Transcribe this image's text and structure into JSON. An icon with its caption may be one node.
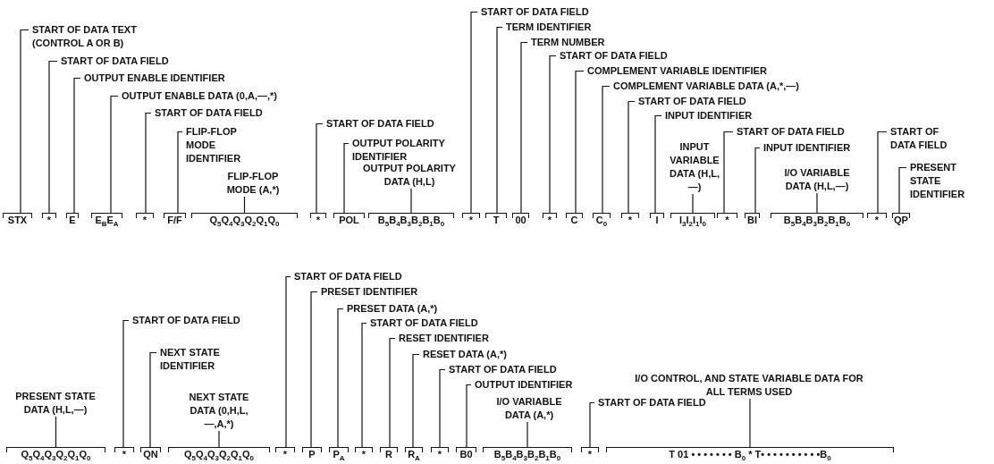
{
  "diagram": {
    "nodes": [
      {
        "text": [
          "START OF DATA TEXT (CONTROL A OR B)"
        ]
      },
      {
        "text": [
          "STX"
        ]
      },
      {
        "text": [
          "START OF DATA FIELD"
        ]
      },
      {
        "text": [
          "*"
        ]
      },
      {
        "text": [
          "OUTPUT ENABLE IDENTIFIER"
        ]
      },
      {
        "text": [
          "E"
        ]
      },
      {
        "text": [
          "OUTPUT ENABLE DATA (0,A,—,*)"
        ]
      },
      {
        "text": [
          "E$_{B}$E$_{A}$"
        ]
      },
      {
        "text": [
          "START OF DATA FIELD"
        ]
      },
      {
        "text": [
          "*"
        ]
      },
      {
        "text": [
          "FLIP-FLOP MODE IDENTIFIER"
        ]
      },
      {
        "text": [
          "F/F"
        ]
      },
      {
        "text": [
          "FLIP-FLOP MODE (A,*)"
        ]
      },
      {
        "text": [
          "Q$_{5}$Q$_{4}$Q$_{3}$Q$_{2}$Q$_{1}$Q$_{0}$"
        ]
      },
      {
        "text": [
          "START OF DATA FIELD"
        ]
      },
      {
        "text": [
          "*"
        ]
      },
      {
        "text": [
          "OUTPUT POLARITY IDENTIFIER"
        ]
      },
      {
        "text": [
          "POL"
        ]
      },
      {
        "text": [
          "OUTPUT POLARITY DATA (H,L)"
        ]
      },
      {
        "text": [
          "B$_{5}$B$_{4}$B$_{3}$B$_{2}$B$_{1}$B$_{0}$"
        ]
      },
      {
        "text": [
          "START OF DATA FIELD"
        ]
      },
      {
        "text": [
          "*"
        ]
      },
      {
        "text": [
          "TERM IDENTIFIER"
        ]
      },
      {
        "text": [
          "T"
        ]
      },
      {
        "text": [
          "TERM NUMBER"
        ]
      },
      {
        "text": [
          "00"
        ]
      },
      {
        "text": [
          "START OF DATA FIELD"
        ]
      },
      {
        "text": [
          "*"
        ]
      },
      {
        "text": [
          "COMPLEMENT VARIABLE IDENTIFIER"
        ]
      },
      {
        "text": [
          "C"
        ]
      },
      {
        "text": [
          "COMPLEMENT VARIABLE DATA (A,*,—)"
        ]
      },
      {
        "text": [
          "C$_{0}$"
        ]
      },
      {
        "text": [
          "START OF DATA FIELD"
        ]
      },
      {
        "text": [
          "*"
        ]
      },
      {
        "text": [
          "INPUT IDENTIFIER"
        ]
      },
      {
        "text": [
          "I"
        ]
      },
      {
        "text": [
          "INPUT VARIABLE DATA (H,L,—)"
        ]
      },
      {
        "text": [
          "I$_{3}$I$_{2}$I$_{1}$I$_{0}$"
        ]
      },
      {
        "text": [
          "START OF DATA FIELD"
        ]
      },
      {
        "text": [
          "*"
        ]
      },
      {
        "text": [
          "INPUT IDENTIFIER"
        ]
      },
      {
        "text": [
          "BI"
        ]
      },
      {
        "text": [
          "I/O VARIABLE DATA (H,L,—)"
        ]
      },
      {
        "text": [
          "B$_{5}$B$_{4}$B$_{3}$B$_{2}$B$_{1}$B$_{0}$"
        ]
      },
      {
        "text": [
          "START OF DATA FIELD"
        ]
      },
      {
        "text": [
          "*"
        ]
      },
      {
        "text": [
          "PRESENT STATE IDENTIFIER"
        ]
      },
      {
        "text": [
          "QP"
        ]
      },
      {
        "text": [
          "PRESENT STATE DATA (H,L,—)"
        ]
      },
      {
        "text": [
          "Q$_{5}$Q$_{4}$Q$_{3}$Q$_{2}$Q$_{1}$Q$_{0}$"
        ]
      },
      {
        "text": [
          "START OF DATA FIELD"
        ]
      },
      {
        "text": [
          "*"
        ]
      },
      {
        "text": [
          "NEXT STATE IDENTIFIER"
        ]
      },
      {
        "text": [
          "QN"
        ]
      },
      {
        "text": [
          "NEXT STATE DATA (0,H,L,—,A,*)"
        ]
      },
      {
        "text": [
          "Q$_{5}$Q$_{4}$Q$_{3}$Q$_{2}$Q$_{1}$Q$_{0}$"
        ]
      },
      {
        "text": [
          "START OF DATA FIELD"
        ]
      },
      {
        "text": [
          "*"
        ]
      },
      {
        "text": [
          "PRESET IDENTIFIER"
        ]
      },
      {
        "text": [
          "P"
        ]
      },
      {
        "text": [
          "PRESET DATA (A,*)"
        ]
      },
      {
        "text": [
          "P$_{A}$"
        ]
      },
      {
        "text": [
          "START OF DATA FIELD"
        ]
      },
      {
        "text": [
          "*"
        ]
      },
      {
        "text": [
          "RESET IDENTIFIER"
        ]
      },
      {
        "text": [
          "R"
        ]
      },
      {
        "text": [
          "RESET DATA (A,*)"
        ]
      },
      {
        "text": [
          "R$_{A}$"
        ]
      },
      {
        "text": [
          "START OF DATA FIELD"
        ]
      },
      {
        "text": [
          "*"
        ]
      },
      {
        "text": [
          "OUTPUT IDENTIFIER"
        ]
      },
      {
        "text": [
          "B0"
        ]
      },
      {
        "text": [
          "I/O VARIABLE DATA (A,*)"
        ]
      },
      {
        "text": [
          "B$_{5}$B$_{4}$B$_{3}$B$_{2}$B$_{1}$B$_{0}$"
        ]
      },
      {
        "text": [
          "START OF DATA FIELD"
        ]
      },
      {
        "text": [
          "*"
        ]
      },
      {
        "text": [
          "I/O CONTROL, AND STATE VARIABLE DATA FOR ALL TERMS USED"
        ]
      },
      {
        "text": [
          "T 01 • • • • • • • B$_{0}$ * T• • • • • • • • • •B$_{0}$"
        ]
      }
    ],
    "edges": [
      {
        "from": 0,
        "to": 1,
        "arrow": "none"
      },
      {
        "from": 2,
        "to": 3,
        "arrow": "none"
      },
      {
        "from": 4,
        "to": 5,
        "arrow": "none"
      },
      {
        "from": 6,
        "to": 7,
        "arrow": "none"
      },
      {
        "from": 8,
        "to": 9,
        "arrow": "none"
      },
      {
        "from": 10,
        "to": 11,
        "arrow": "none"
      },
      {
        "from": 12,
        "to": 13,
        "arrow": "none"
      },
      {
        "from": 14,
        "to": 15,
        "arrow": "none"
      },
      {
        "from": 16,
        "to": 17,
        "arrow": "none"
      },
      {
        "from": 18,
        "to": 19,
        "arrow": "none"
      },
      {
        "from": 20,
        "to": 21,
        "arrow": "none"
      },
      {
        "from": 22,
        "to": 23,
        "arrow": "none"
      },
      {
        "from": 24,
        "to": 25,
        "arrow": "none"
      },
      {
        "from": 26,
        "to": 27,
        "arrow": "none"
      },
      {
        "from": 28,
        "to": 29,
        "arrow": "none"
      },
      {
        "from": 30,
        "to": 31,
        "arrow": "none"
      },
      {
        "from": 32,
        "to": 33,
        "arrow": "none"
      },
      {
        "from": 34,
        "to": 35,
        "arrow": "none"
      },
      {
        "from": 36,
        "to": 37,
        "arrow": "none"
      },
      {
        "from": 38,
        "to": 39,
        "arrow": "none"
      },
      {
        "from": 40,
        "to": 41,
        "arrow": "none"
      },
      {
        "from": 42,
        "to": 43,
        "arrow": "none"
      },
      {
        "from": 44,
        "to": 45,
        "arrow": "none"
      },
      {
        "from": 46,
        "to": 47,
        "arrow": "none"
      },
      {
        "from": 48,
        "to": 49,
        "arrow": "none"
      },
      {
        "from": 50,
        "to": 51,
        "arrow": "none"
      },
      {
        "from": 52,
        "to": 53,
        "arrow": "none"
      },
      {
        "from": 54,
        "to": 55,
        "arrow": "none"
      },
      {
        "from": 56,
        "to": 57,
        "arrow": "none"
      },
      {
        "from": 58,
        "to": 59,
        "arrow": "none"
      },
      {
        "from": 60,
        "to": 61,
        "arrow": "none"
      },
      {
        "from": 62,
        "to": 63,
        "arrow": "none"
      },
      {
        "from": 64,
        "to": 65,
        "arrow": "none"
      },
      {
        "from": 66,
        "to": 67,
        "arrow": "none"
      },
      {
        "from": 68,
        "to": 69,
        "arrow": "none"
      },
      {
        "from": 70,
        "to": 71,
        "arrow": "none"
      },
      {
        "from": 72,
        "to": 73,
        "arrow": "none"
      },
      {
        "from": 74,
        "to": 75,
        "arrow": "none"
      },
      {
        "from": 76,
        "to": 77,
        "arrow": "none"
      }
    ]
  }
}
